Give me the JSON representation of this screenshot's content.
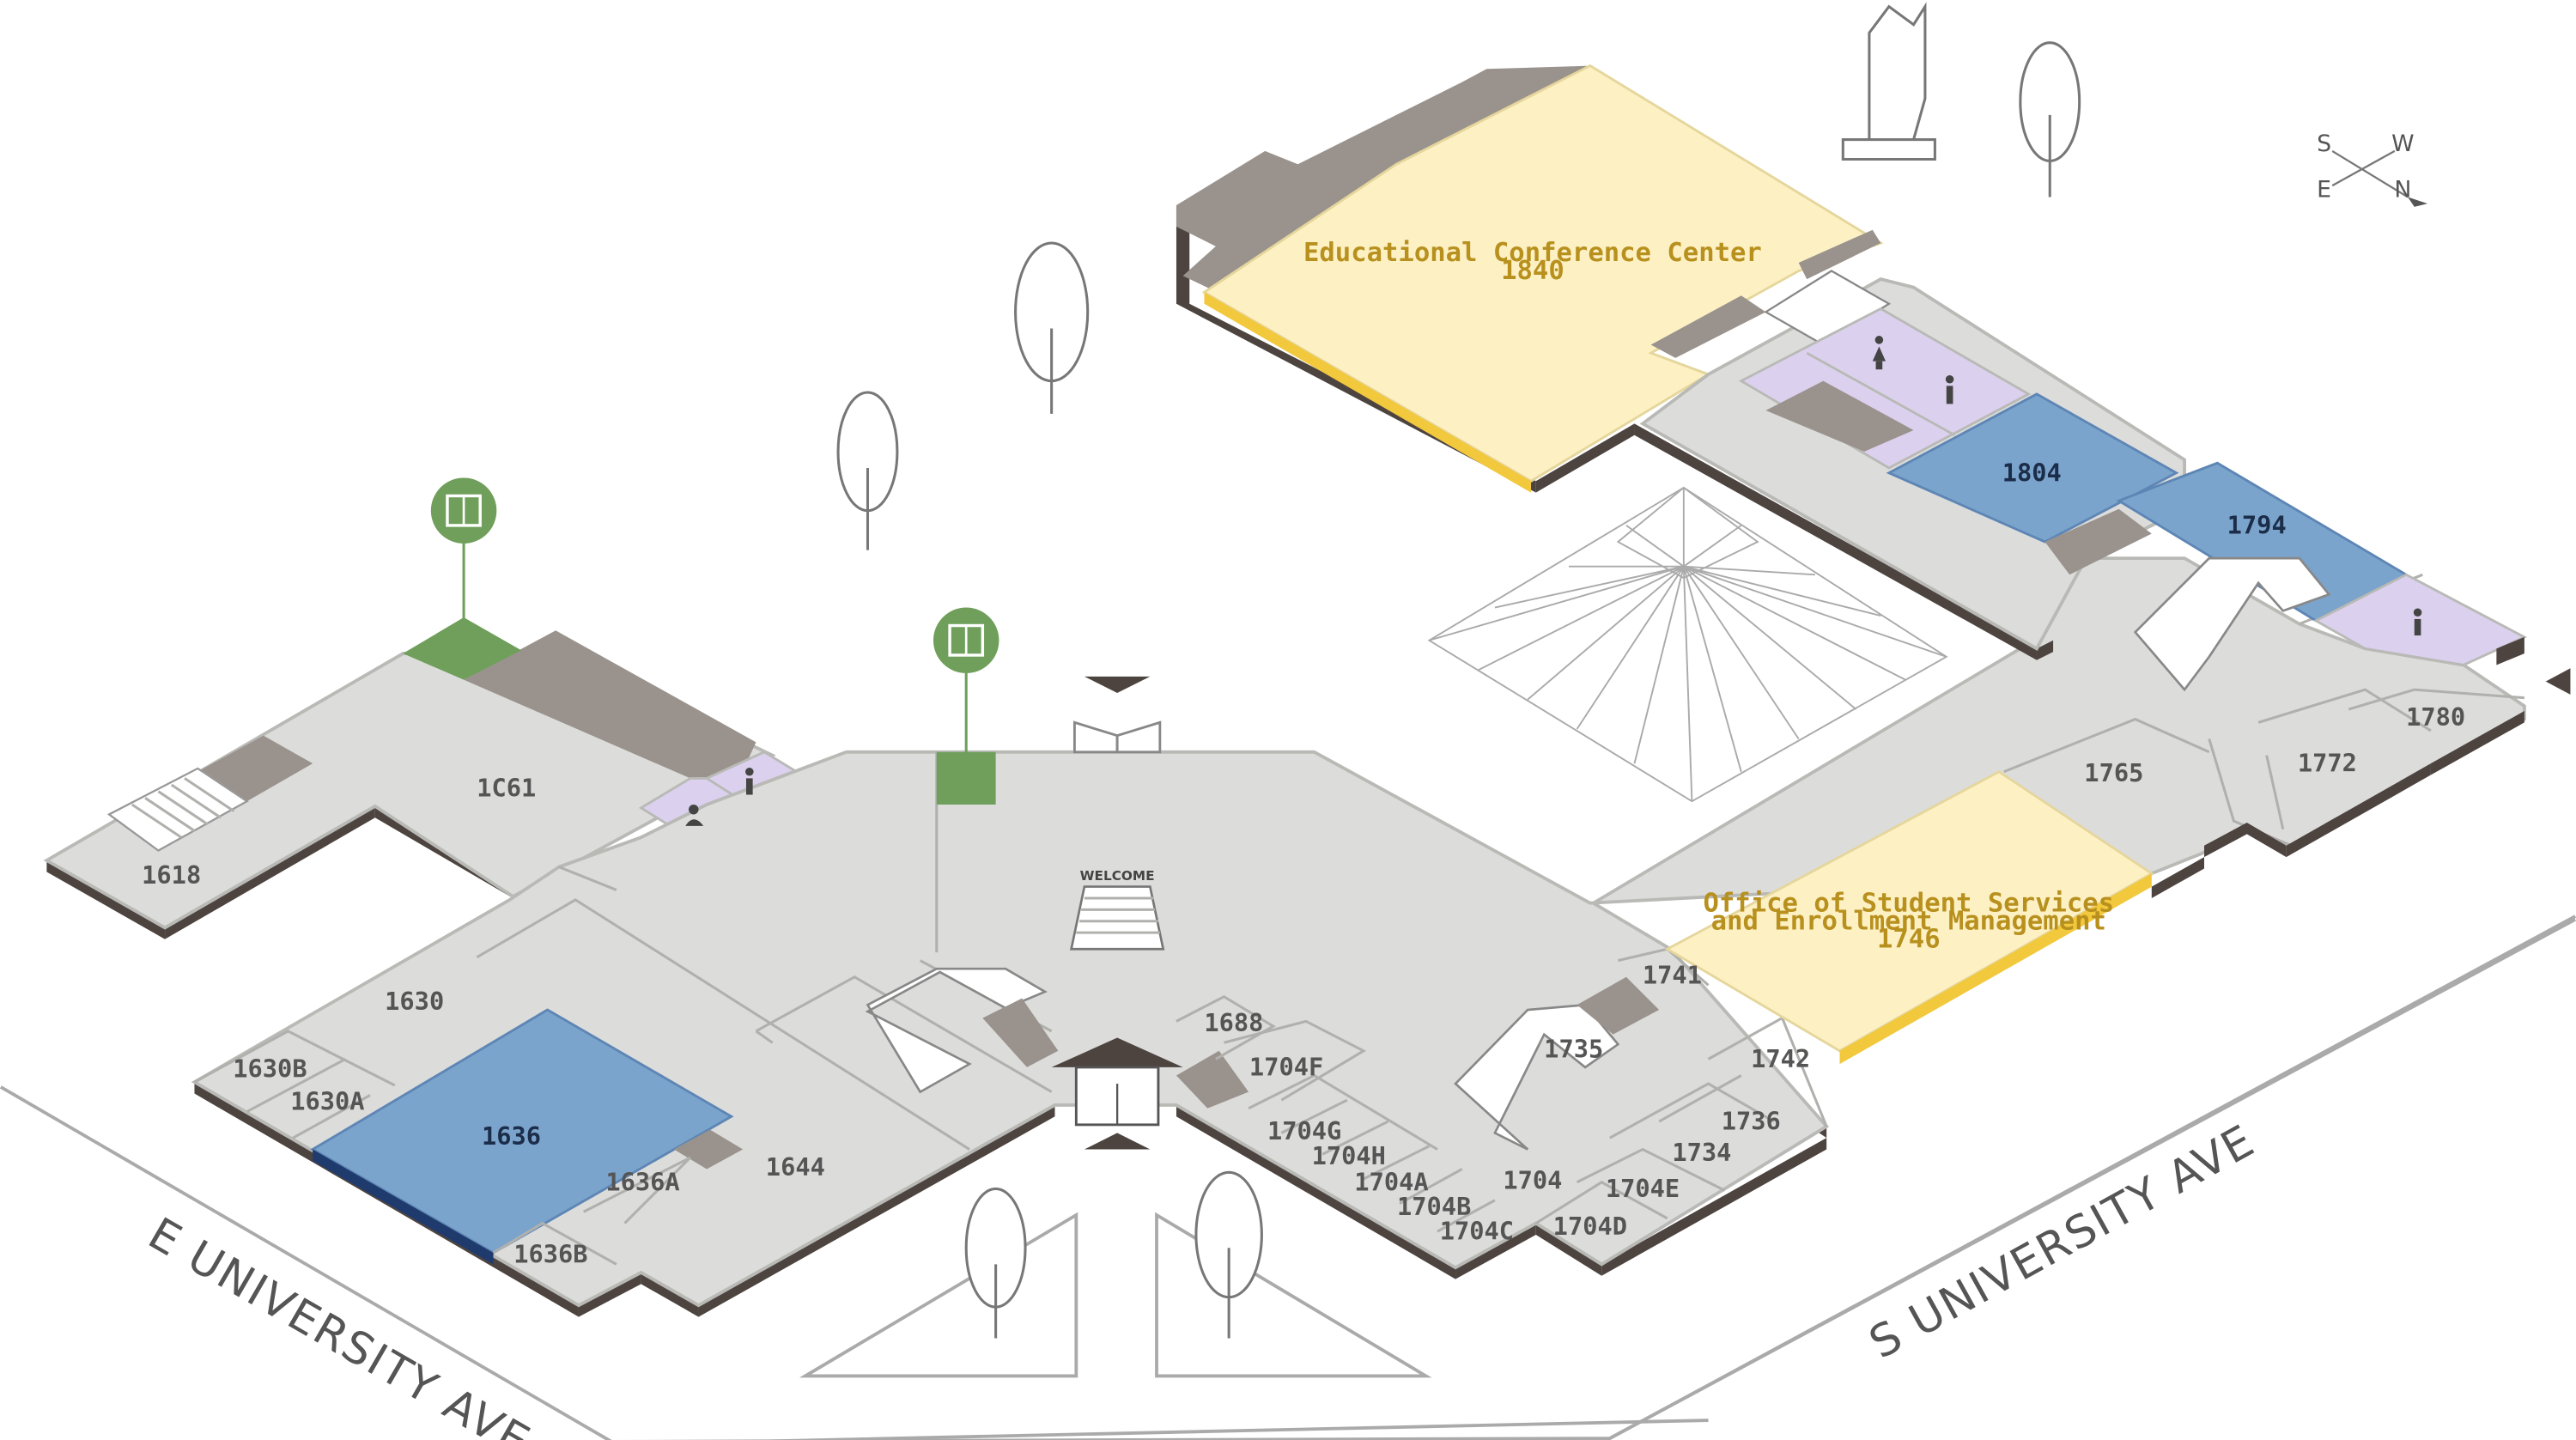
{
  "streets": {
    "west": "E UNIVERSITY AVE",
    "south": "S UNIVERSITY AVE"
  },
  "compass": {
    "s": "S",
    "w": "W",
    "e": "E",
    "n": "N"
  },
  "welcome": "WELCOME",
  "features": {
    "conference_name": "Educational Conference Center",
    "conference_room": "1840",
    "student_services_line1": "Office of Student Services",
    "student_services_line2": "and Enrollment Management",
    "student_services_room": "1746"
  },
  "rooms": {
    "r1618": "1618",
    "r1c61": "1C61",
    "r1630": "1630",
    "r1630b": "1630B",
    "r1630a": "1630A",
    "r1636": "1636",
    "r1636a": "1636A",
    "r1636b": "1636B",
    "r1644": "1644",
    "r1688": "1688",
    "r1704f": "1704F",
    "r1704g": "1704G",
    "r1704h": "1704H",
    "r1704a": "1704A",
    "r1704b": "1704B",
    "r1704c": "1704C",
    "r1704": "1704",
    "r1704d": "1704D",
    "r1704e": "1704E",
    "r1734": "1734",
    "r1735": "1735",
    "r1736": "1736",
    "r1741": "1741",
    "r1742": "1742",
    "r1765": "1765",
    "r1772": "1772",
    "r1780": "1780",
    "r1794": "1794",
    "r1804": "1804"
  },
  "icons": {
    "elevator": "elevator-icon",
    "restroom_women": "women-restroom-icon",
    "restroom_men": "men-restroom-icon",
    "nursing": "nursing-room-icon",
    "compass": "compass-icon",
    "tree": "tree-icon",
    "statue": "statue-icon",
    "entrance_arrow": "entrance-arrow-icon"
  },
  "colors": {
    "floor": "#dcdcdb",
    "wall": "#4d4440",
    "service": "#9a938d",
    "feature_yellow": "#fdf1c4",
    "feature_edge": "#f2c83c",
    "room_blue": "#7ba4cd",
    "room_blue_edge": "#1f3b6e",
    "restroom_purple": "#dbd1ee",
    "elevator_green": "#6f9f5b",
    "label_gold": "#b8901e"
  }
}
